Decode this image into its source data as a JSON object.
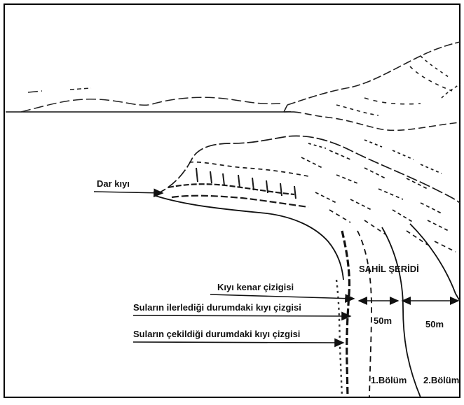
{
  "labels": {
    "narrow_shore": "Dar kıyı",
    "shoreline": "Kıyı kenar çizigisi",
    "advancing_water_line": "Suların ilerlediği durumdaki kıyı çizgisi",
    "receding_water_line": "Suların çekildiği durumdaki kıyı çizgisi",
    "coastal_strip": "SAHİL ŞERİDİ",
    "distance_1": "50m",
    "distance_2": "50m",
    "section_1": "1.Bölüm",
    "section_2": "2.Bölüm"
  }
}
